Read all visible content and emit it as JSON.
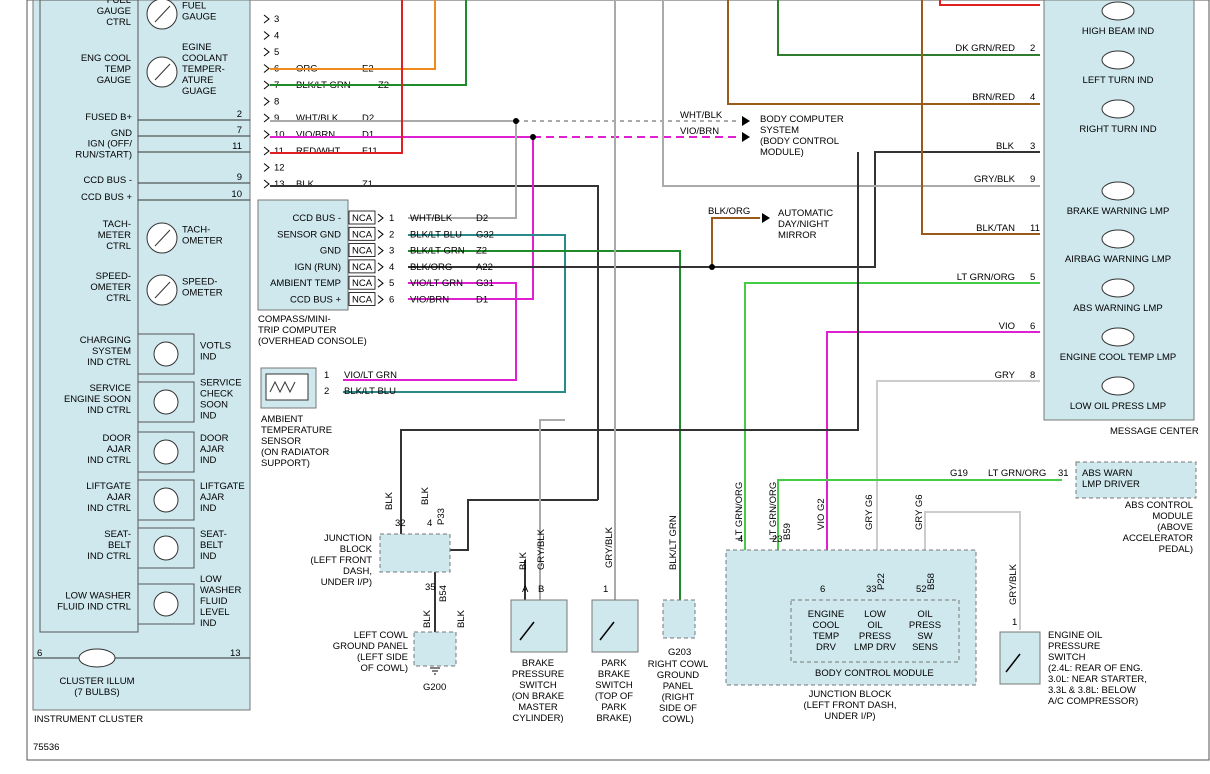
{
  "figure_id": "75536",
  "colors": {
    "module_fill": "#cfe8ee",
    "wire_black": "#333333",
    "wire_gray": "#aaaaaa",
    "wire_orange": "#f08a1c",
    "wire_green": "#1f8a2a",
    "wire_dkgreen": "#2e7d2e",
    "wire_magenta": "#e020d0",
    "wire_red": "#e02020",
    "wire_brown": "#9a5a1a",
    "wire_teal": "#2a8a8a",
    "wire_ltgreen": "#44cc44"
  },
  "instrument_cluster": {
    "title": "INSTRUMENT CLUSTER",
    "items": [
      {
        "label": "FUEL\nGAUGE\nCTRL",
        "device": "FUEL\nGAUGE"
      },
      {
        "label": "ENG COOL\nTEMP\nGAUGE",
        "device": "EGINE\nCOOLANT\nTEMPER-\nATURE\nGUAGE"
      },
      {
        "label": "TACH-\nMETER\nCTRL",
        "device": "TACH-\nOMETER"
      },
      {
        "label": "SPEED-\nOMETER\nCTRL",
        "device": "SPEED-\nOMETER"
      },
      {
        "label": "CHARGING\nSYSTEM\nIND CTRL",
        "device": "VOTLS\nIND"
      },
      {
        "label": "SERVICE\nENGINE SOON\nIND CTRL",
        "device": "SERVICE\nCHECK\nSOON\nIND"
      },
      {
        "label": "DOOR\nAJAR\nIND CTRL",
        "device": "DOOR\nAJAR\nIND"
      },
      {
        "label": "LIFTGATE\nAJAR\nIND CTRL",
        "device": "LIFTGATE\nAJAR\nIND"
      },
      {
        "label": "SEAT-\nBELT\nIND CTRL",
        "device": "SEAT-\nBELT\nIND"
      },
      {
        "label": "LOW WASHER\nFLUID IND CTRL",
        "device": "LOW\nWASHER\nFLUID\nLEVEL\nIND"
      }
    ],
    "pins": [
      {
        "label": "FUSED B+",
        "pin": "2"
      },
      {
        "label": "GND",
        "pin": "7"
      },
      {
        "label": "IGN (OFF/\nRUN/START)",
        "pin": "11"
      },
      {
        "label": "CCD BUS -",
        "pin": "9"
      },
      {
        "label": "CCD BUS +",
        "pin": "10"
      }
    ],
    "illum": {
      "label": "CLUSTER ILLUM\n(7 BULBS)",
      "pin_left": "6",
      "pin_right": "13"
    }
  },
  "connector_c1": [
    {
      "pin": "3",
      "color": "",
      "circuit": ""
    },
    {
      "pin": "4",
      "color": "",
      "circuit": ""
    },
    {
      "pin": "5",
      "color": "",
      "circuit": ""
    },
    {
      "pin": "6",
      "color": "ORG",
      "circuit": "E2"
    },
    {
      "pin": "7",
      "color": "BLK/LT GRN",
      "circuit": "Z2"
    },
    {
      "pin": "8",
      "color": "",
      "circuit": ""
    },
    {
      "pin": "9",
      "color": "WHT/BLK",
      "circuit": "D2"
    },
    {
      "pin": "10",
      "color": "VIO/BRN",
      "circuit": "D1"
    },
    {
      "pin": "11",
      "color": "RED/WHT",
      "circuit": "F11"
    },
    {
      "pin": "12",
      "color": "",
      "circuit": ""
    },
    {
      "pin": "13",
      "color": "BLK",
      "circuit": "Z1"
    }
  ],
  "body_computer": {
    "wires": [
      "WHT/BLK",
      "VIO/BRN"
    ],
    "label": "BODY COMPUTER\nSYSTEM\n(BODY CONTROL\nMODULE)"
  },
  "auto_mirror": {
    "wire": "BLK/ORG",
    "label": "AUTOMATIC\nDAY/NIGHT\nMIRROR"
  },
  "compass": {
    "title": "COMPASS/MINI-\nTRIP COMPUTER\n(OVERHEAD CONSOLE)",
    "pins": [
      {
        "label": "CCD BUS -",
        "nca": "NCA",
        "pin": "1",
        "color": "WHT/BLK",
        "circuit": "D2"
      },
      {
        "label": "SENSOR GND",
        "nca": "NCA",
        "pin": "2",
        "color": "BLK/LT BLU",
        "circuit": "G32"
      },
      {
        "label": "GND",
        "nca": "NCA",
        "pin": "3",
        "color": "BLK/LT GRN",
        "circuit": "Z2"
      },
      {
        "label": "IGN (RUN)",
        "nca": "NCA",
        "pin": "4",
        "color": "BLK/ORG",
        "circuit": "A22"
      },
      {
        "label": "AMBIENT TEMP",
        "nca": "NCA",
        "pin": "5",
        "color": "VIO/LT GRN",
        "circuit": "G31"
      },
      {
        "label": "CCD BUS +",
        "nca": "NCA",
        "pin": "6",
        "color": "VIO/BRN",
        "circuit": "D1"
      }
    ]
  },
  "ambient_sensor": {
    "label": "AMBIENT\nTEMPERATURE\nSENSOR\n(ON RADIATOR\nSUPPORT)",
    "pins": [
      {
        "pin": "1",
        "color": "VIO/LT GRN"
      },
      {
        "pin": "2",
        "color": "BLK/LT BLU"
      }
    ]
  },
  "message_center": {
    "title": "MESSAGE CENTER",
    "lamps": [
      {
        "label": "HIGH BEAM IND",
        "wire": "",
        "pin": ""
      },
      {
        "label": "LEFT TURN IND",
        "wire": "DK GRN/RED",
        "pin": "2"
      },
      {
        "label": "RIGHT TURN IND",
        "wire": "BRN/RED",
        "pin": "4"
      },
      {
        "label": "BRAKE WARNING LMP",
        "wire": "GRY/BLK",
        "pin": "9"
      },
      {
        "label": "AIRBAG WARNING LMP",
        "wire": "BLK/TAN",
        "pin": "11"
      },
      {
        "label": "ABS WARNING LMP",
        "wire": "LT GRN/ORG",
        "pin": "5"
      },
      {
        "label": "ENGINE COOL TEMP LMP",
        "wire": "VIO",
        "pin": "6"
      },
      {
        "label": "LOW OIL PRESS LMP",
        "wire": "GRY",
        "pin": "8"
      }
    ],
    "blk_pin": {
      "wire": "BLK",
      "pin": "3"
    }
  },
  "abs": {
    "circuit": "G19",
    "color": "LT GRN/ORG",
    "pin": "31",
    "driver": "ABS WARN\nLMP DRIVER",
    "label": "ABS CONTROL\nMODULE\n(ABOVE\nACCELERATOR\nPEDAL)"
  },
  "junction_block_left": {
    "label": "JUNCTION\nBLOCK\n(LEFT FRONT\nDASH,\nUNDER I/P)",
    "pins": [
      {
        "pin": "32",
        "color": "BLK",
        "circuit": ""
      },
      {
        "pin": "4",
        "color": "BLK",
        "circuit": "P33"
      },
      {
        "pin": "35",
        "color": "BLK",
        "circuit": "B54"
      }
    ]
  },
  "ground_left": {
    "label": "LEFT COWL\nGROUND PANEL\n(LEFT SIDE\nOF COWL)",
    "id": "G200",
    "wires": [
      "BLK",
      "BLK"
    ]
  },
  "brake_switch": {
    "label": "BRAKE\nPRESSURE\nSWITCH\n(ON BRAKE\nMASTER\nCYLINDER)",
    "pins": [
      {
        "pin": "A",
        "color": "BLK"
      },
      {
        "pin": "B",
        "color": "GRY/BLK"
      }
    ]
  },
  "park_switch": {
    "label": "PARK\nBRAKE\nSWITCH\n(TOP OF\nPARK\nBRAKE)",
    "pin": "1",
    "color": "GRY/BLK"
  },
  "ground_right": {
    "id": "G203",
    "label": "RIGHT COWL\nGROUND\nPANEL\n(RIGHT\nSIDE OF\nCOWL)",
    "color": "BLK/LT GRN"
  },
  "body_control": {
    "title": "BODY CONTROL MODULE",
    "label": "JUNCTION BLOCK\n(LEFT FRONT DASH,\nUNDER I/P)",
    "top_pins": [
      {
        "pin": "4",
        "color": "LT GRN/ORG",
        "circuit": ""
      },
      {
        "pin": "23",
        "color": "LT GRN/ORG",
        "circuit": "B59"
      },
      {
        "pin": "",
        "color": "VIO",
        "circuit": "G2"
      },
      {
        "pin": "",
        "color": "GRY",
        "circuit": "G6"
      },
      {
        "pin": "",
        "color": "GRY",
        "circuit": "G6"
      }
    ],
    "inner_pins": [
      {
        "pin": "6",
        "circuit": ""
      },
      {
        "pin": "33",
        "circuit": "P22"
      },
      {
        "pin": "52",
        "circuit": "B58"
      }
    ],
    "drivers": [
      "ENGINE\nCOOL\nTEMP\nDRV",
      "LOW\nOIL\nPRESS\nLMP DRV",
      "OIL\nPRESS\nSW\nSENS"
    ]
  },
  "oil_switch": {
    "color": "GRY/BLK",
    "pin": "1",
    "label": "ENGINE OIL\nPRESSURE\nSWITCH\n(2.4L: REAR OF ENG.\n3.0L: NEAR STARTER,\n3.3L & 3.8L: BELOW\nA/C COMPRESSOR)"
  }
}
